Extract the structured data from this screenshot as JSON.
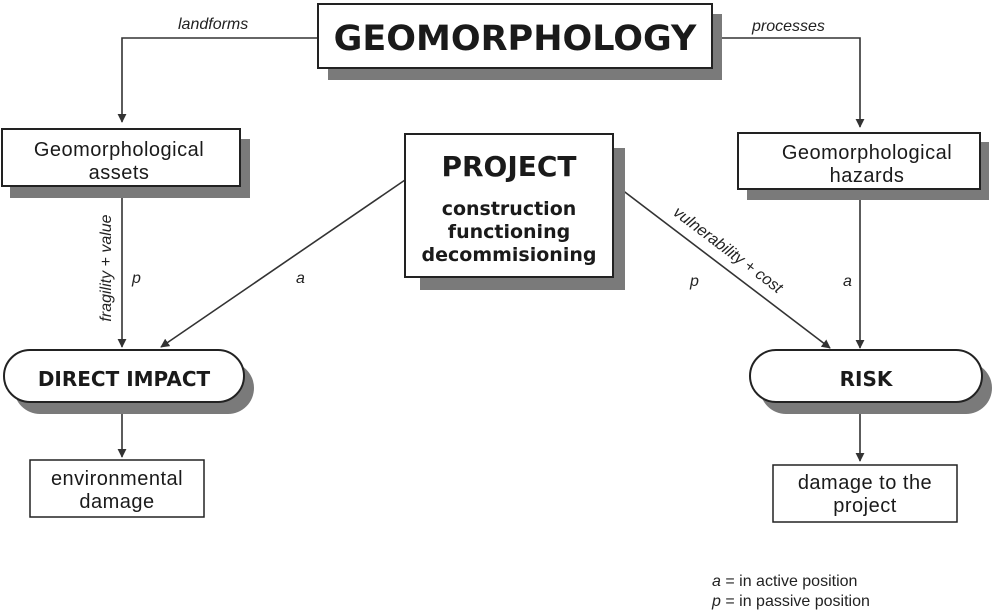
{
  "nodes": {
    "geomorphology": "GEOMORPHOLOGY",
    "assets": [
      "Geomorphological",
      "assets"
    ],
    "hazards": [
      "Geomorphological",
      "hazards"
    ],
    "project": {
      "title": "PROJECT",
      "phases": [
        "construction",
        "functioning",
        "decommisioning"
      ]
    },
    "direct_impact": "DIRECT IMPACT",
    "risk": "RISK",
    "environmental_damage": [
      "environmental",
      "damage"
    ],
    "damage_to_project": [
      "damage to the",
      "project"
    ]
  },
  "edges": {
    "landforms": "landforms",
    "processes": "processes",
    "fragility_value": "fragility + value",
    "p_left": "p",
    "a_left": "a",
    "p_right": "p",
    "vulnerability_cost": "vulnerability + cost",
    "a_right": "a"
  },
  "legend": {
    "active": {
      "symbol": "a",
      "text": " = in active position"
    },
    "passive": {
      "symbol": "p",
      "text": " = in passive position"
    }
  }
}
